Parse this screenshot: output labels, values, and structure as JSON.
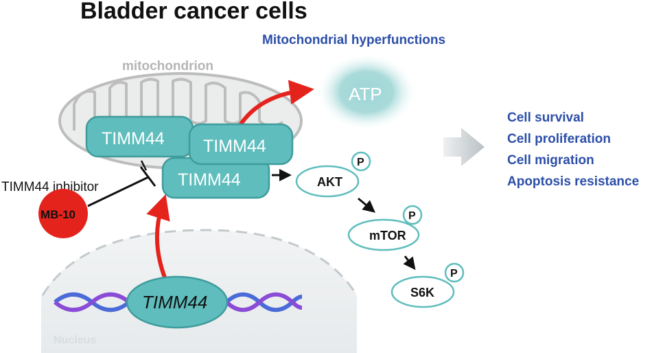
{
  "title": "Bladder cancer cells",
  "mito_hyper_label": "Mitochondrial hyperfunctions",
  "mitochondrion_label": "mitochondrion",
  "atp_label": "ATP",
  "timm44_proteins": [
    "TIMM44",
    "TIMM44",
    "TIMM44"
  ],
  "inhibitor_label": "TIMM44 inhibitor",
  "mb10_label": "MB-10",
  "pathway": {
    "akt": "AKT",
    "mtor": "mTOR",
    "s6k": "S6K",
    "phospho": "P"
  },
  "outcomes": [
    "Cell survival",
    "Cell proliferation",
    "Cell migration",
    "Apoptosis resistance"
  ],
  "gene_label": "TIMM44",
  "nucleus_label": "Nucleus",
  "colors": {
    "teal": "#5fbdbd",
    "teal_stroke": "#3f9c9c",
    "red": "#e5231d",
    "blue_text": "#2b4ea8",
    "dna_blue": "#4a6ad8",
    "dna_purple": "#8a4bd6"
  }
}
